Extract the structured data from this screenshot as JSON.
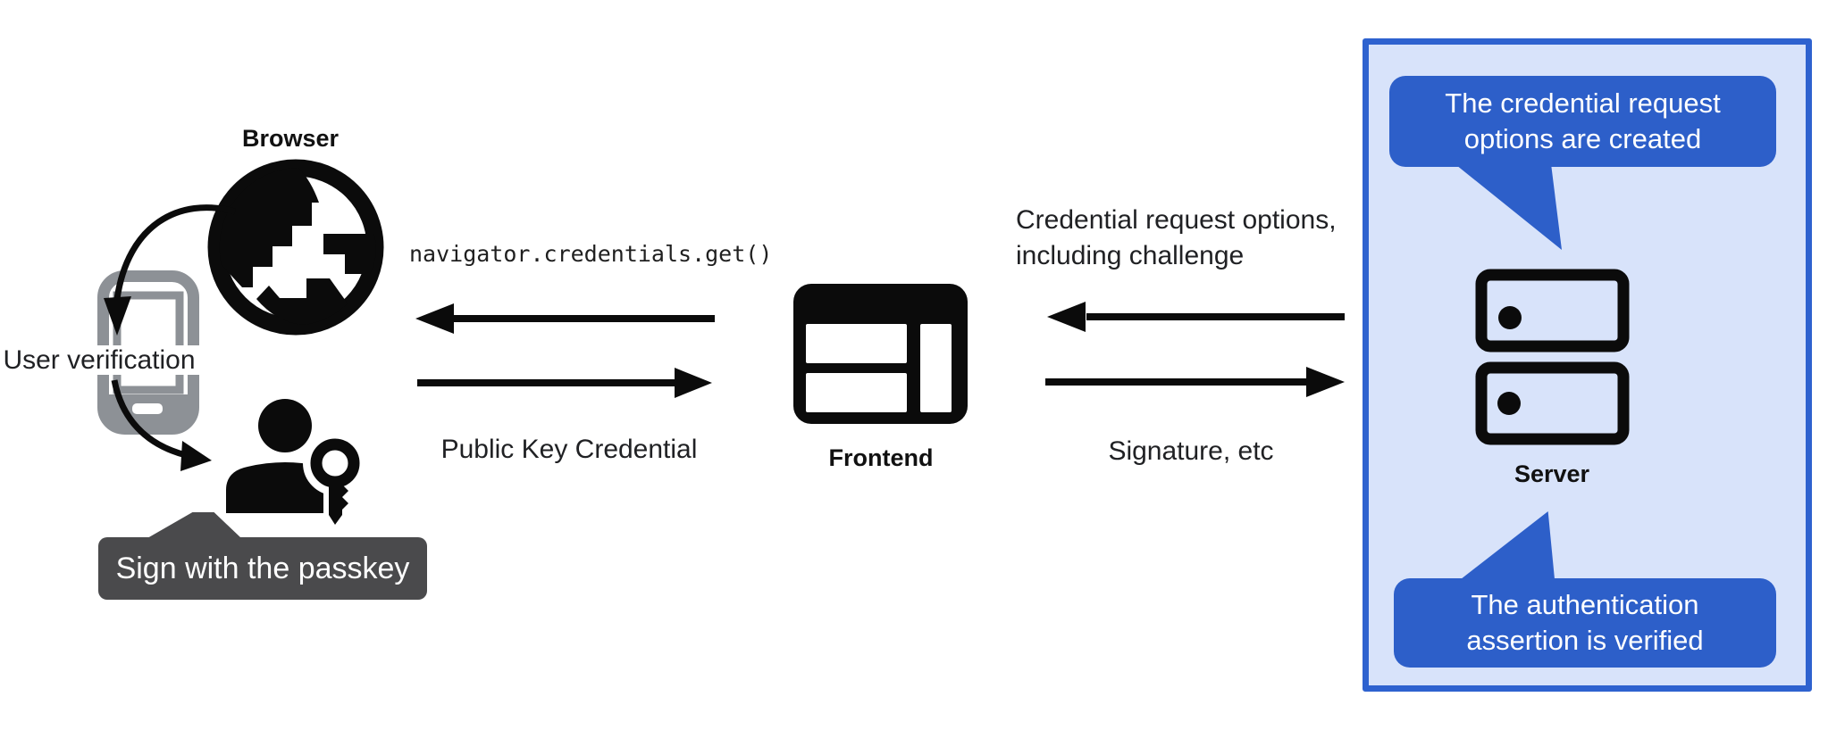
{
  "colors": {
    "accent_blue": "#2d5fc9",
    "panel_bg": "#d8e3fa",
    "panel_border": "#2e62cf",
    "dark_bubble": "#4a4a4c",
    "icon_black": "#0b0b0b",
    "phone_gray": "#8d9196",
    "text_dark": "#202124"
  },
  "browser": {
    "label": "Browser",
    "verification_label": "User verification",
    "bubble": "Sign with the passkey"
  },
  "frontend": {
    "label": "Frontend"
  },
  "server": {
    "label": "Server",
    "bubble_top": "The credential request\noptions are created",
    "bubble_bottom": "The authentication\nassertion is verified"
  },
  "messages": {
    "get_call": "navigator.credentials.get()",
    "public_key_credential": "Public Key Credential",
    "credential_request": "Credential request options,\nincluding challenge",
    "signature": "Signature, etc"
  }
}
